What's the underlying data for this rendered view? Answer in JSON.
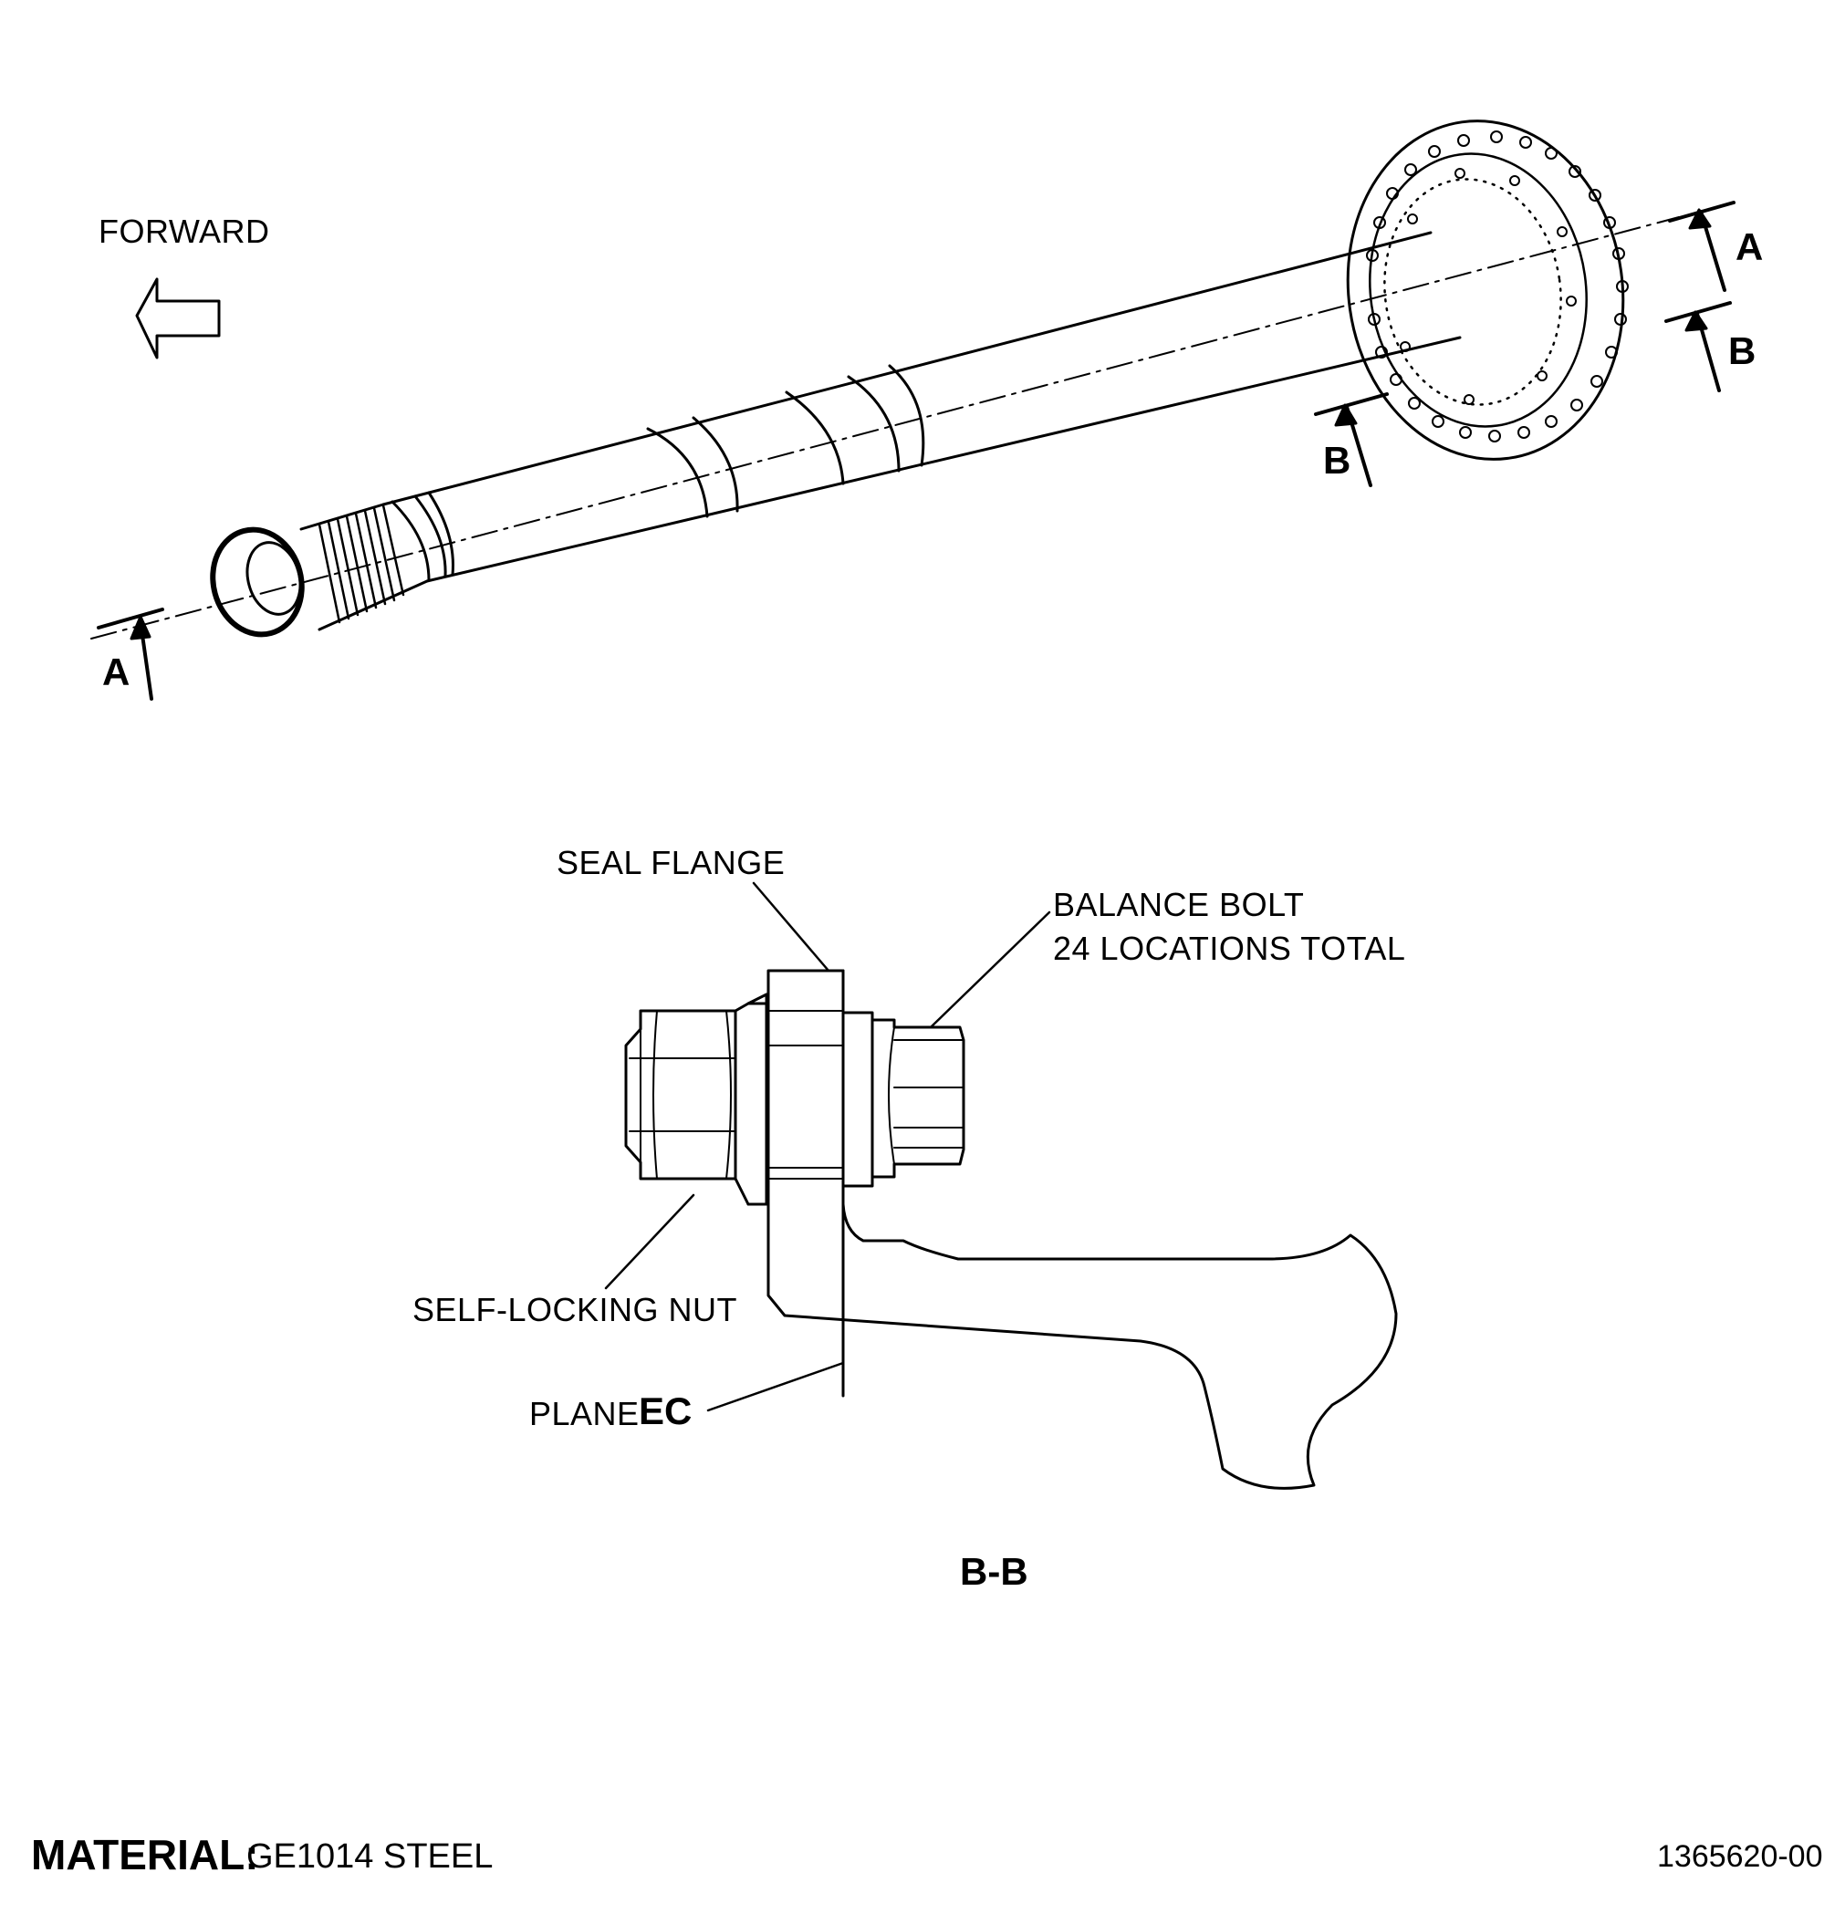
{
  "forward_label": "FORWARD",
  "section_markers": {
    "a": "A",
    "b": "B"
  },
  "callouts": {
    "seal_flange": "SEAL FLANGE",
    "balance_bolt_line1": "BALANCE BOLT",
    "balance_bolt_line2": "24 LOCATIONS TOTAL",
    "self_locking_nut": "SELF-LOCKING NUT",
    "plane_prefix": "PLANE",
    "plane_id": "EC"
  },
  "section_title": "B-B",
  "material": {
    "label": "MATERIAL:",
    "value": "GE1014 STEEL"
  },
  "figure_number": "1365620-00"
}
